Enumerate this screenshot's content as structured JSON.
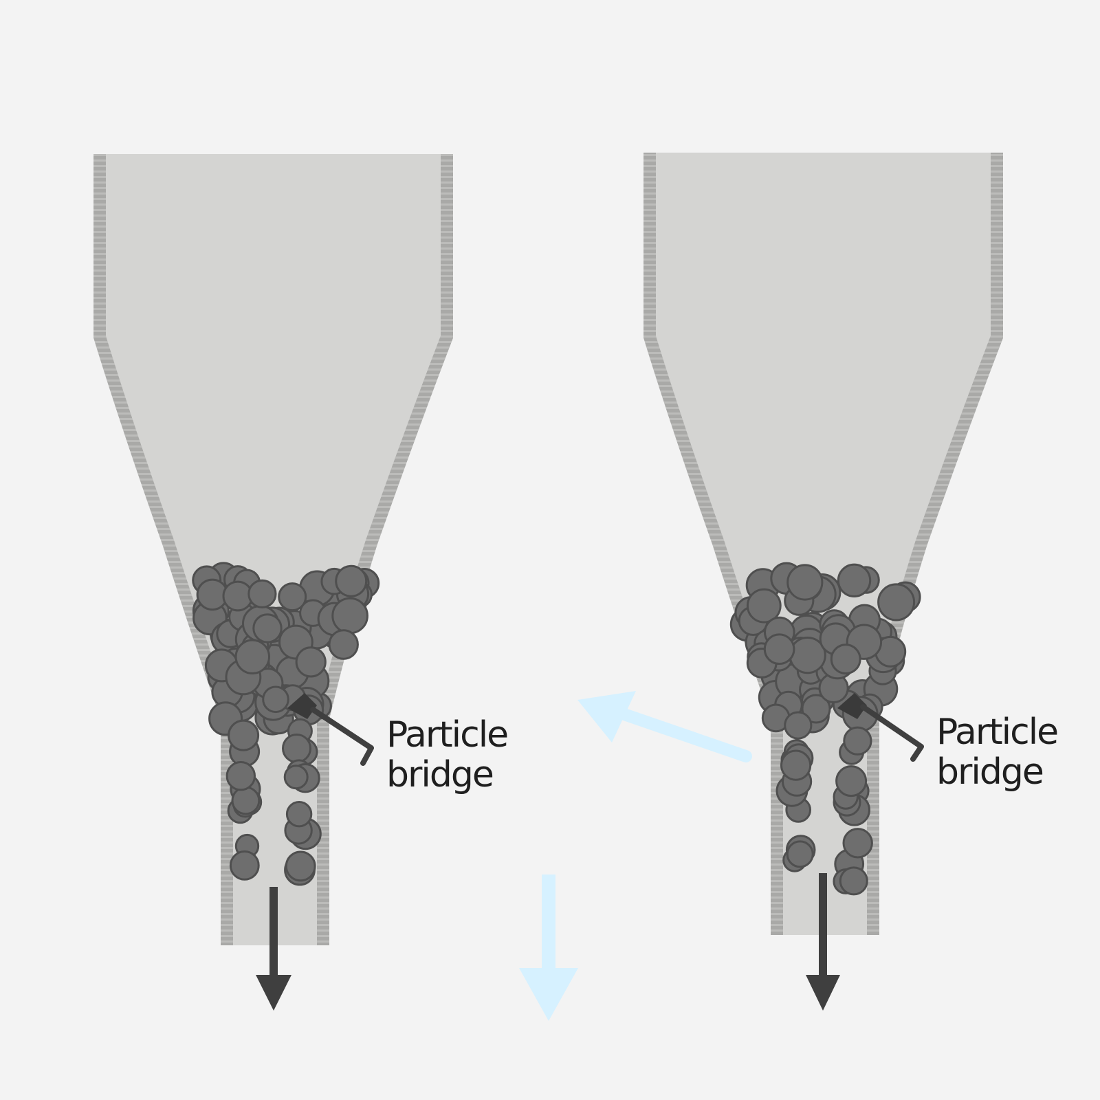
{
  "colors": {
    "background": "#f3f3f3",
    "hopper_fill": "#d4d4d2",
    "hopper_wall": "#a9a9a7",
    "particle": "#6e6e6e",
    "particle_outline": "#4f4f4f",
    "pointer_dark": "#3f3f3f",
    "transition_arrow": "#d6f1ff"
  },
  "panels": [
    {
      "label_line_1": "Particle",
      "label_line_2": "bridge",
      "state": "flowing"
    },
    {
      "label_line_1": "Particle",
      "label_line_2": "bridge",
      "state": "bridged"
    }
  ],
  "arrows": {
    "transition": "light-blue arrow pointing from right hopper toward left",
    "outlet_flow": "light-blue arrow pointing downward",
    "discharge": "dark arrows pointing downward from each outlet"
  }
}
